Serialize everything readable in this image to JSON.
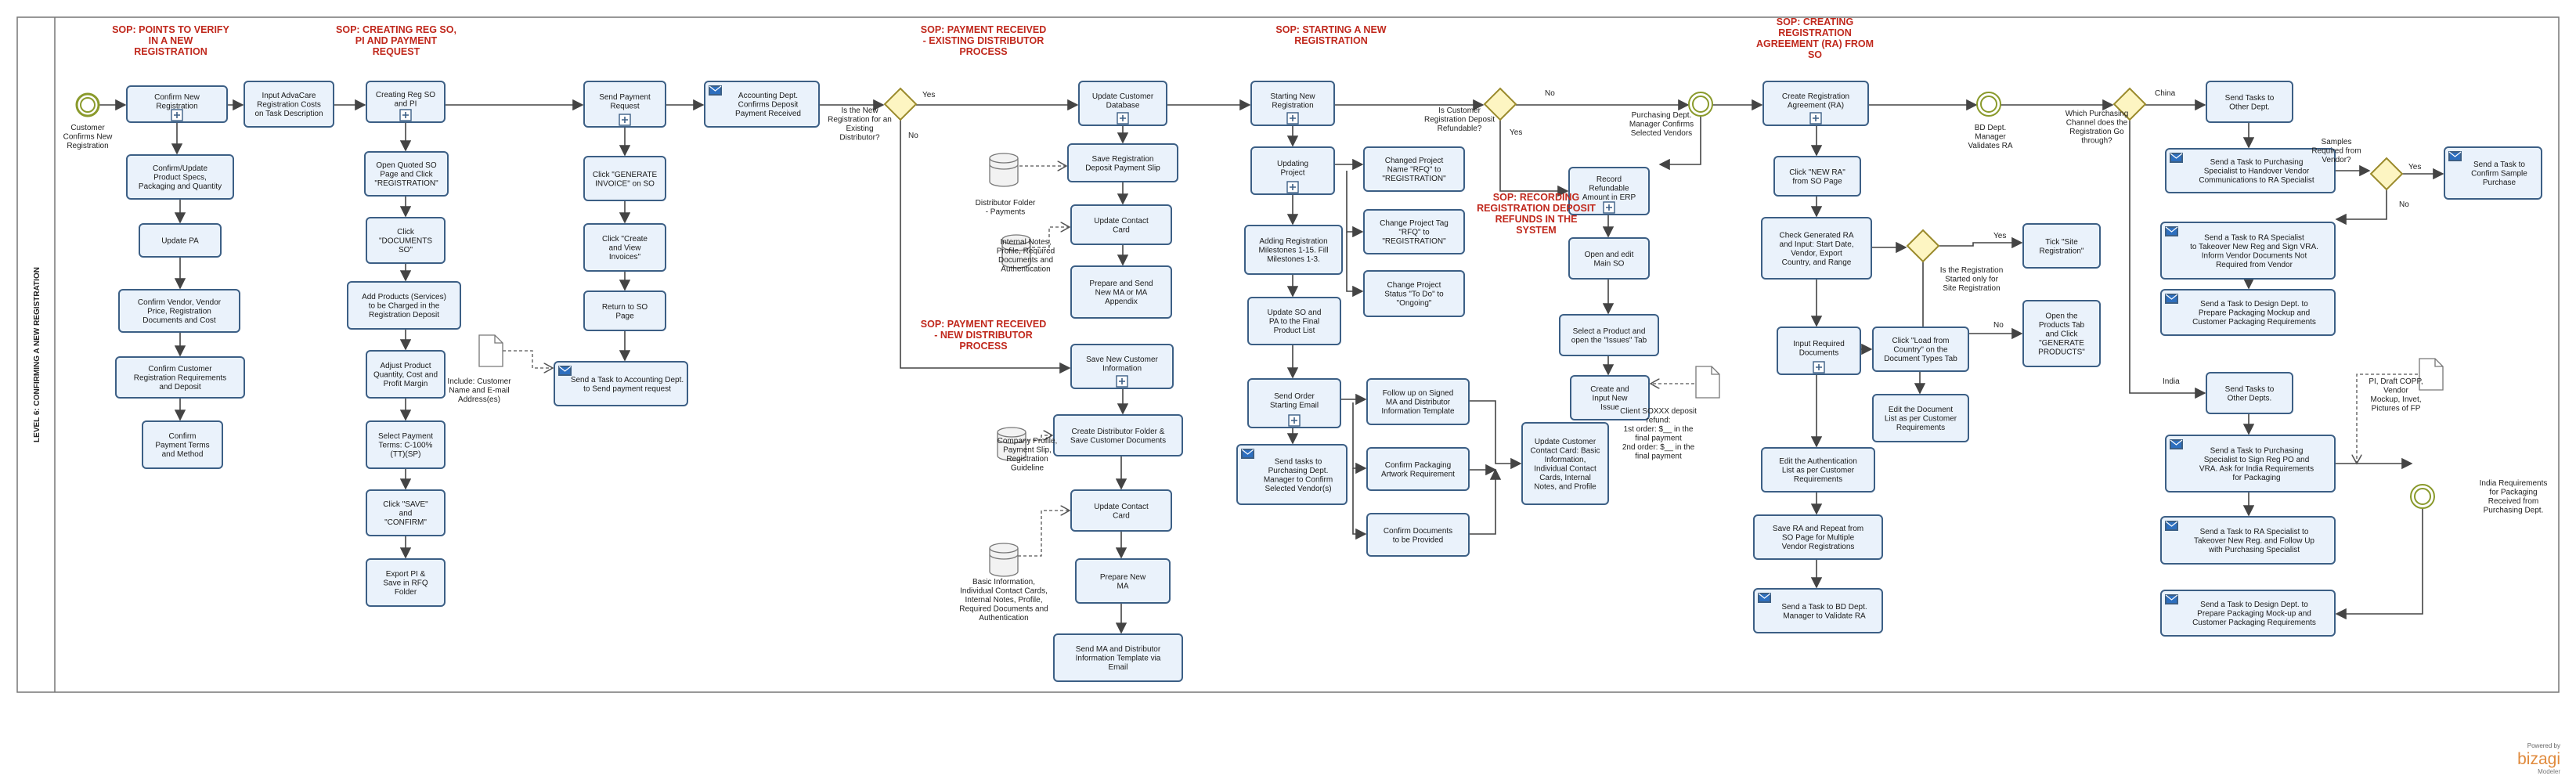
{
  "lane": {
    "title": "LEVEL 6: CONFIRMING A NEW REGISTRATION"
  },
  "brand": {
    "powered_by": "Powered by",
    "name": "bizagi",
    "product": "Modeler",
    "color": "#e08a3c"
  },
  "sops": [
    {
      "id": "s1",
      "lines": [
        "SOP:  POINTS TO VERIFY",
        "IN A NEW",
        "REGISTRATION"
      ]
    },
    {
      "id": "s2",
      "lines": [
        "SOP: CREATING REG SO,",
        "PI AND PAYMENT",
        "REQUEST"
      ]
    },
    {
      "id": "s3",
      "lines": [
        "SOP: PAYMENT RECEIVED",
        "- EXISTING DISTRIBUTOR",
        "PROCESS"
      ]
    },
    {
      "id": "s4",
      "lines": [
        "SOP: PAYMENT RECEIVED",
        "- NEW DISTRIBUTOR",
        "PROCESS"
      ]
    },
    {
      "id": "s5",
      "lines": [
        "SOP: STARTING A NEW",
        "REGISTRATION"
      ]
    },
    {
      "id": "s6",
      "lines": [
        "SOP: RECORDING",
        "REGISTRATION DEPOSIT",
        "REFUNDS IN THE",
        "SYSTEM"
      ]
    },
    {
      "id": "s7",
      "lines": [
        "SOP:  CREATING",
        "REGISTRATION",
        "AGREEMENT (RA) FROM",
        "SO"
      ]
    }
  ],
  "tasks": [
    {
      "id": "t1",
      "lines": [
        "Confirm New",
        "Registration"
      ],
      "sub": true
    },
    {
      "id": "t2",
      "lines": [
        "Confirm/Update",
        "Product Specs,",
        "Packaging and Quantity"
      ]
    },
    {
      "id": "t3",
      "lines": [
        "Update PA"
      ]
    },
    {
      "id": "t4",
      "lines": [
        "Confirm Vendor, Vendor",
        "Price, Registration",
        "Documents and Cost"
      ]
    },
    {
      "id": "t5",
      "lines": [
        "Confirm Customer",
        "Registration Requirements",
        "and Deposit"
      ]
    },
    {
      "id": "t6",
      "lines": [
        "Confirm",
        "Payment Terms",
        "and Method"
      ]
    },
    {
      "id": "t7",
      "lines": [
        "Input AdvaCare",
        "Registration Costs",
        "on Task Description"
      ]
    },
    {
      "id": "t8",
      "lines": [
        "Creating Reg SO",
        "and PI"
      ],
      "sub": true
    },
    {
      "id": "t9",
      "lines": [
        "Open Quoted SO",
        "Page and Click",
        "\"REGISTRATION\""
      ]
    },
    {
      "id": "t10",
      "lines": [
        "Click",
        "\"DOCUMENTS",
        "SO\""
      ]
    },
    {
      "id": "t11",
      "lines": [
        "Add Products (Services)",
        "to be Charged in the",
        "Registration Deposit"
      ]
    },
    {
      "id": "t12",
      "lines": [
        "Adjust Product",
        "Quantity, Cost and",
        "Profit Margin"
      ]
    },
    {
      "id": "t13",
      "lines": [
        "Select Payment",
        "Terms: C-100%",
        "(TT)(SP)"
      ]
    },
    {
      "id": "t14",
      "lines": [
        "Click \"SAVE\"",
        "and",
        "\"CONFIRM\""
      ]
    },
    {
      "id": "t15",
      "lines": [
        "Export PI &",
        "Save in RFQ",
        "Folder"
      ]
    },
    {
      "id": "t16",
      "lines": [
        "Send Payment",
        "Request"
      ],
      "sub": true
    },
    {
      "id": "t17",
      "lines": [
        "Click \"GENERATE",
        "INVOICE\" on SO"
      ]
    },
    {
      "id": "t18",
      "lines": [
        "Click \"Create",
        "and View",
        "Invoices\""
      ]
    },
    {
      "id": "t19",
      "lines": [
        "Return to SO",
        "Page"
      ]
    },
    {
      "id": "t20",
      "lines": [
        "Send a Task to Accounting Dept.",
        "to Send payment request"
      ],
      "mail": true
    },
    {
      "id": "t21",
      "lines": [
        "Accounting Dept.",
        "Confirms Deposit",
        "Payment Received"
      ],
      "mail": true
    },
    {
      "id": "t22",
      "lines": [
        "Update Customer",
        "Database"
      ],
      "sub": true
    },
    {
      "id": "t23",
      "lines": [
        "Save Registration",
        "Deposit Payment Slip"
      ]
    },
    {
      "id": "t24",
      "lines": [
        "Update Contact",
        "Card"
      ]
    },
    {
      "id": "t25",
      "lines": [
        "Prepare and Send",
        "New MA or MA",
        "Appendix"
      ]
    },
    {
      "id": "t26",
      "lines": [
        "Save New Customer",
        "Information"
      ],
      "sub": true
    },
    {
      "id": "t27",
      "lines": [
        "Create Distributor Folder &",
        "Save Customer Documents"
      ]
    },
    {
      "id": "t28",
      "lines": [
        "Update Contact",
        "Card"
      ]
    },
    {
      "id": "t29",
      "lines": [
        "Prepare New",
        "MA"
      ]
    },
    {
      "id": "t30",
      "lines": [
        "Send MA and Distributor",
        "Information Template via",
        "Email"
      ]
    },
    {
      "id": "t31",
      "lines": [
        "Starting New",
        "Registration"
      ],
      "sub": true
    },
    {
      "id": "t32",
      "lines": [
        "Updating",
        "Project"
      ],
      "sub": true
    },
    {
      "id": "t33",
      "lines": [
        "Changed Project",
        "Name \"RFQ\" to",
        "\"REGISTRATION\""
      ]
    },
    {
      "id": "t34",
      "lines": [
        "Change Project Tag",
        "\"RFQ\" to",
        "\"REGISTRATION\""
      ]
    },
    {
      "id": "t35",
      "lines": [
        "Change Project",
        "Status \"To Do\" to",
        "\"Ongoing\""
      ]
    },
    {
      "id": "t36",
      "lines": [
        "Adding Registration",
        "Milestones 1-15. Fill",
        "Milestones 1-3."
      ]
    },
    {
      "id": "t37",
      "lines": [
        "Update SO and",
        "PA to the Final",
        "Product List"
      ]
    },
    {
      "id": "t38",
      "lines": [
        "Send Order",
        "Starting Email"
      ],
      "sub": true
    },
    {
      "id": "t39",
      "lines": [
        "Send tasks to",
        "Purchasing Dept.",
        "Manager to Confirm",
        "Selected Vendor(s)"
      ],
      "mail": true
    },
    {
      "id": "t40",
      "lines": [
        "Follow up on Signed",
        "MA and Distributor",
        "Information Template"
      ]
    },
    {
      "id": "t41",
      "lines": [
        "Confirm Packaging",
        "Artwork Requirement"
      ]
    },
    {
      "id": "t42",
      "lines": [
        "Confirm Documents",
        "to be Provided"
      ]
    },
    {
      "id": "t43",
      "lines": [
        "Update Customer",
        "Contact Card: Basic",
        "Information,",
        "Individual Contact",
        "Cards, Internal",
        "Notes, and Profile"
      ]
    },
    {
      "id": "t44",
      "lines": [
        "Record",
        "Refundable",
        "Amount in ERP"
      ],
      "sub": true
    },
    {
      "id": "t45",
      "lines": [
        "Open and edit",
        "Main SO"
      ]
    },
    {
      "id": "t46",
      "lines": [
        "Select a Product and",
        "open the \"Issues\" Tab"
      ]
    },
    {
      "id": "t47",
      "lines": [
        "Create and",
        "Input New",
        "Issue"
      ]
    },
    {
      "id": "t48",
      "lines": [
        "Create Registration",
        "Agreement (RA)"
      ],
      "sub": true
    },
    {
      "id": "t49",
      "lines": [
        "Click \"NEW RA\"",
        "from SO Page"
      ]
    },
    {
      "id": "t50",
      "lines": [
        "Check Generated RA",
        "and Input: Start Date,",
        "Vendor, Export",
        "Country, and Range"
      ]
    },
    {
      "id": "t51",
      "lines": [
        "Input Required",
        "Documents"
      ],
      "sub": true
    },
    {
      "id": "t52",
      "lines": [
        "Click \"Load from",
        "Country\" on the",
        "Document Types Tab"
      ]
    },
    {
      "id": "t53",
      "lines": [
        "Edit the Document",
        "List as per Customer",
        "Requirements"
      ]
    },
    {
      "id": "t54",
      "lines": [
        "Tick \"Site",
        "Registration\""
      ]
    },
    {
      "id": "t55",
      "lines": [
        "Open the",
        "Products Tab",
        "and Click",
        "\"GENERATE",
        "PRODUCTS\""
      ]
    },
    {
      "id": "t56",
      "lines": [
        "Edit the Authentication",
        "List as per Customer",
        "Requirements"
      ]
    },
    {
      "id": "t57",
      "lines": [
        "Save RA and Repeat from",
        "SO Page for Multiple",
        "Vendor Registrations"
      ]
    },
    {
      "id": "t58",
      "lines": [
        "Send a Task to BD Dept.",
        "Manager to Validate RA"
      ],
      "mail": true
    },
    {
      "id": "t59",
      "lines": [
        "Send Tasks to",
        "Other Dept."
      ]
    },
    {
      "id": "t60",
      "lines": [
        "Send a Task to Purchasing",
        "Specialist to Handover Vendor",
        "Communications to RA Specialist"
      ],
      "mail": true
    },
    {
      "id": "t61",
      "lines": [
        "Send a Task to",
        "Confirm Sample",
        "Purchase"
      ],
      "mail": true
    },
    {
      "id": "t62",
      "lines": [
        "Send a Task to RA Specialist",
        "to Takeover New Reg and Sign VRA.",
        "Inform Vendor Documents Not",
        "Required from Vendor"
      ],
      "mail": true
    },
    {
      "id": "t63",
      "lines": [
        "Send a Task to Design Dept. to",
        "Prepare Packaging Mockup and",
        "Customer Packaging Requirements"
      ],
      "mail": true
    },
    {
      "id": "t64",
      "lines": [
        "Send Tasks to",
        "Other Depts."
      ]
    },
    {
      "id": "t65",
      "lines": [
        "Send a Task to Purchasing",
        "Specialist to Sign Reg PO and",
        "VRA. Ask for India Requirements",
        "for Packaging"
      ],
      "mail": true
    },
    {
      "id": "t66",
      "lines": [
        "Send a Task to RA Specialist to",
        "Takeover New Reg. and Follow Up",
        "with Purchasing Specialist"
      ],
      "mail": true
    },
    {
      "id": "t67",
      "lines": [
        "Send a Task to Design Dept. to",
        "Prepare Packaging Mock-up and",
        "Customer Packaging Requirements"
      ],
      "mail": true
    }
  ],
  "labels": [
    {
      "id": "l1",
      "lines": [
        "Customer",
        "Confirms New",
        "Registration"
      ]
    },
    {
      "id": "l2",
      "lines": [
        "Is the New",
        "Registration for an",
        "Existing",
        "Distributor?"
      ]
    },
    {
      "id": "l3",
      "lines": [
        "Yes"
      ]
    },
    {
      "id": "l4",
      "lines": [
        "No"
      ]
    },
    {
      "id": "l5",
      "lines": [
        "Is Customer",
        "Registration Deposit",
        "Refundable?"
      ]
    },
    {
      "id": "l6",
      "lines": [
        "No"
      ]
    },
    {
      "id": "l7",
      "lines": [
        "Yes"
      ]
    },
    {
      "id": "l8",
      "lines": [
        "Purchasing Dept.",
        "Manager Confirms",
        "Selected Vendors"
      ]
    },
    {
      "id": "l9",
      "lines": [
        "BD Dept.",
        "Manager",
        "Validates RA"
      ]
    },
    {
      "id": "l10",
      "lines": [
        "Which Purchasing",
        "Channel does the",
        "Registration Go",
        "through?"
      ]
    },
    {
      "id": "l11",
      "lines": [
        "China"
      ]
    },
    {
      "id": "l12",
      "lines": [
        "India"
      ]
    },
    {
      "id": "l13",
      "lines": [
        "Samples",
        "Required from",
        "Vendor?"
      ]
    },
    {
      "id": "l14",
      "lines": [
        "Yes"
      ]
    },
    {
      "id": "l15",
      "lines": [
        "No"
      ]
    },
    {
      "id": "l16",
      "lines": [
        "Is the Registration",
        "Started only for",
        "Site Registration"
      ]
    },
    {
      "id": "l17",
      "lines": [
        "Yes"
      ]
    },
    {
      "id": "l18",
      "lines": [
        "No"
      ]
    },
    {
      "id": "l19",
      "lines": [
        "India Requirements",
        "for Packaging",
        "Received from",
        "Purchasing Dept."
      ]
    },
    {
      "id": "l20",
      "lines": [
        "Distributor Folder",
        "- Payments"
      ]
    },
    {
      "id": "l21",
      "lines": [
        "Internal Notes,",
        "Profile, Required",
        "Documents and",
        "Authentication"
      ]
    },
    {
      "id": "l22",
      "lines": [
        "Include: Customer",
        "Name and E-mail",
        "Address(es)"
      ]
    },
    {
      "id": "l23",
      "lines": [
        "Company Profile,",
        "Payment Slip,",
        "Registration",
        "Guideline"
      ]
    },
    {
      "id": "l24",
      "lines": [
        "Basic Information,",
        "Individual Contact Cards,",
        "Internal Notes, Profile,",
        "Required Documents and",
        "Authentication"
      ]
    },
    {
      "id": "l25",
      "lines": [
        "Client SOXXX deposit",
        "refund:",
        "1st order: $__ in the",
        "final payment",
        "2nd order: $__ in the",
        "final payment"
      ]
    },
    {
      "id": "l26",
      "lines": [
        "PI, Draft COPP,",
        "Vendor",
        "Mockup, Invet,",
        "Pictures of FP"
      ]
    }
  ]
}
